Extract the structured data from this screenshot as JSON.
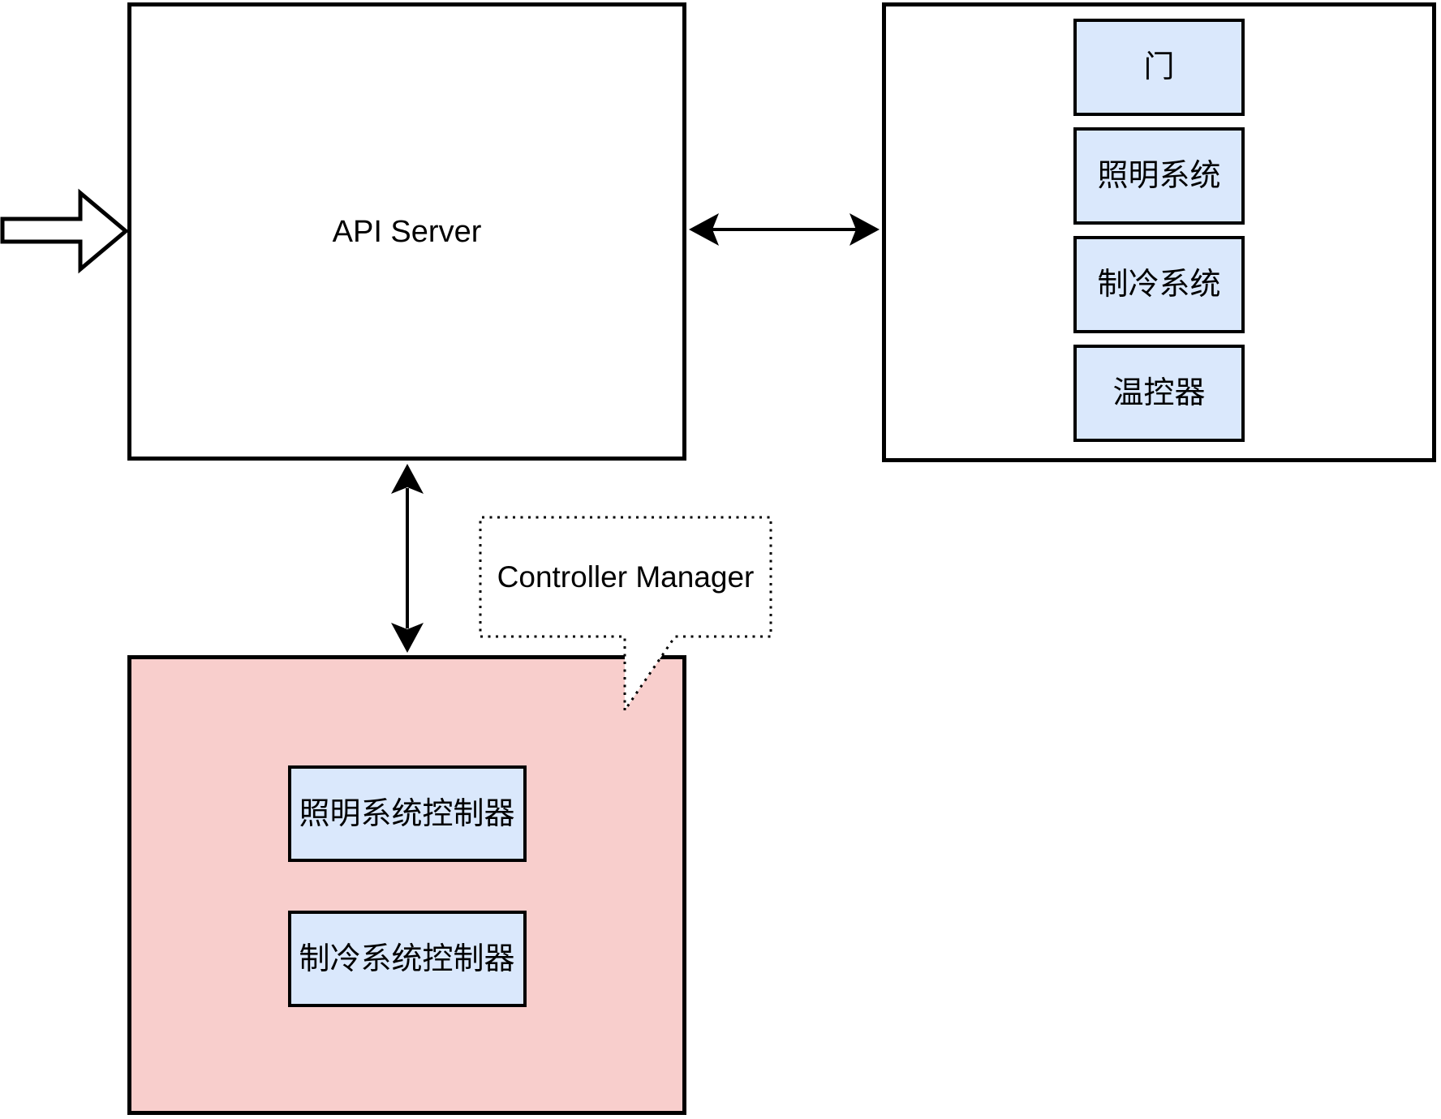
{
  "api_server": {
    "label": "API Server"
  },
  "devices_panel": {
    "items": [
      {
        "label": "门"
      },
      {
        "label": "照明系统"
      },
      {
        "label": "制冷系统"
      },
      {
        "label": "温控器"
      }
    ]
  },
  "controllers_panel": {
    "items": [
      {
        "label": "照明系统控制器"
      },
      {
        "label": "制冷系统控制器"
      }
    ]
  },
  "controller_manager": {
    "label": "Controller Manager"
  },
  "colors": {
    "device_fill": "#dae8fc",
    "controller_panel_fill": "#f8cecc",
    "border": "#000000",
    "callout_bg": "#ffffff"
  }
}
